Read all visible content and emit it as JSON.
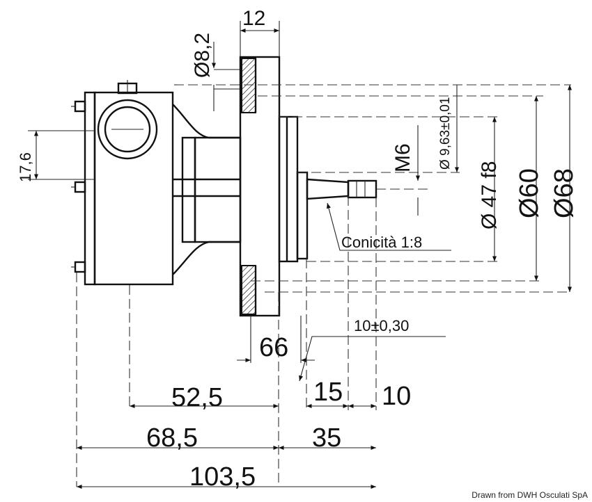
{
  "diagram": {
    "dimensions": {
      "d_8_2": "Ø8,2",
      "w_12": "12",
      "tol_9_63": "Ø 9,63±0,01",
      "m6": "M6",
      "d_47": "Ø 47 f8",
      "d_60": "Ø60",
      "d_68": "Ø68",
      "h_17_6": "17,6",
      "taper": "Conicità 1:8",
      "tol_10": "10±0,30",
      "v_66": "66",
      "v_52_5": "52,5",
      "v_15": "15",
      "v_10": "10",
      "v_68_5": "68,5",
      "v_35": "35",
      "v_103_5": "103,5"
    },
    "credit": "Drawn from DWH Osculati SpA"
  }
}
